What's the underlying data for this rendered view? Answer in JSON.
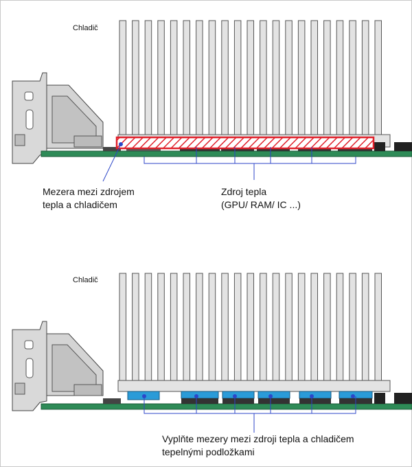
{
  "top": {
    "heatsink_label": "Chladič",
    "gap_label_line1": "Mezera mezi zdrojem",
    "gap_label_line2": "tepla a chladičem",
    "source_label_line1": "Zdroj tepla",
    "source_label_line2": "(GPU/ RAM/ IC ...)"
  },
  "bottom": {
    "heatsink_label": "Chladič",
    "instruction_line1": "Vyplňte mezery mezi zdroji tepla a chladičem",
    "instruction_line2": "tepelnými podložkami"
  },
  "colors": {
    "heatsink": "#e3e3e3",
    "pcb": "#2e8b57",
    "gap_highlight": "#e0202a",
    "thermal_pad": "#2a9bd8",
    "leader_line": "#2c46c8"
  }
}
